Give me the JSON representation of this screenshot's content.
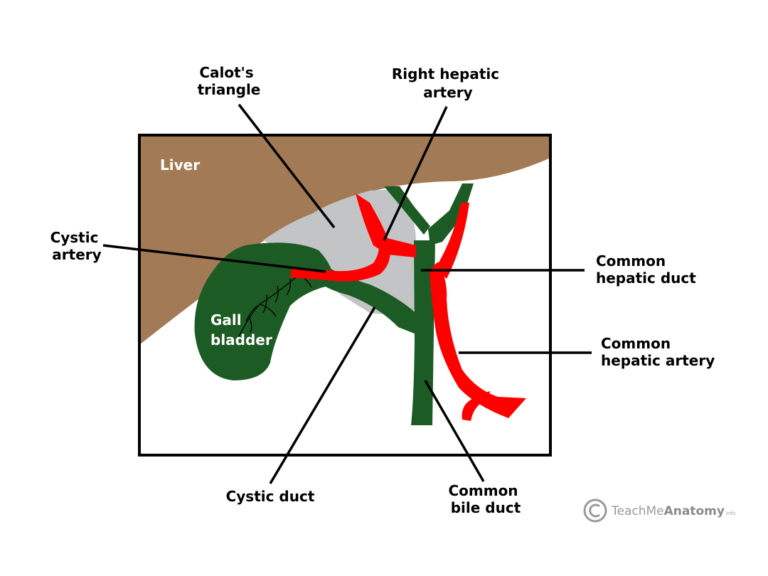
{
  "labels": {
    "calots_triangle": [
      "Calot's",
      "triangle"
    ],
    "right_hepatic_artery": [
      "Right hepatic",
      "artery"
    ],
    "cystic_artery": [
      "Cystic",
      "artery"
    ],
    "common_hepatic_duct": [
      "Common",
      "hepatic duct"
    ],
    "common_hepatic_artery": [
      "Common",
      "hepatic artery"
    ],
    "cystic_duct": "Cystic duct",
    "common_bile_duct": [
      "Common",
      "bile duct"
    ],
    "liver": "Liver",
    "gall_bladder": [
      "Gall",
      "bladder"
    ]
  },
  "watermark": {
    "part1": "TeachMe",
    "part2": "Anatomy",
    "suffix": "info"
  },
  "colors": {
    "liver": "#a27b56",
    "duct": "#1d5b24",
    "artery": "#fe0000",
    "triangle": "#c3c4c6",
    "outline": "#000000"
  }
}
